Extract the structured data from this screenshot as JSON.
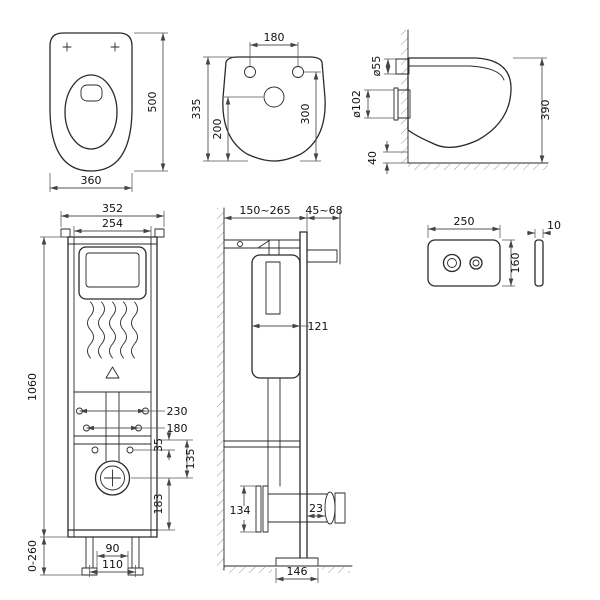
{
  "drawing": {
    "toilet_top": {
      "width": "360",
      "depth": "500"
    },
    "toilet_front": {
      "hole_spacing": "180",
      "total_height": "335",
      "lower_height": "200",
      "mount_height": "300"
    },
    "toilet_side": {
      "flush_pipe_dia": "ø55",
      "outlet_dia": "ø102",
      "height": "390",
      "bottom_gap": "40"
    },
    "frame_front": {
      "overall_width": "352",
      "rail_width": "254",
      "height": "1060",
      "fix_spacing_wide": "230",
      "fix_spacing_narrow": "180",
      "offset_35": "35",
      "offset_135": "135",
      "offset_183": "183",
      "foot_90": "90",
      "foot_110": "110",
      "leg_adjust": "0-260"
    },
    "frame_side": {
      "wall_depth": "150~265",
      "front_depth": "45~68",
      "cistern_depth": "121",
      "elbow_height": "134",
      "outlet_offset": "23",
      "foot_depth": "146"
    },
    "flush_plate": {
      "width": "250",
      "height": "160",
      "thickness": "10"
    }
  }
}
